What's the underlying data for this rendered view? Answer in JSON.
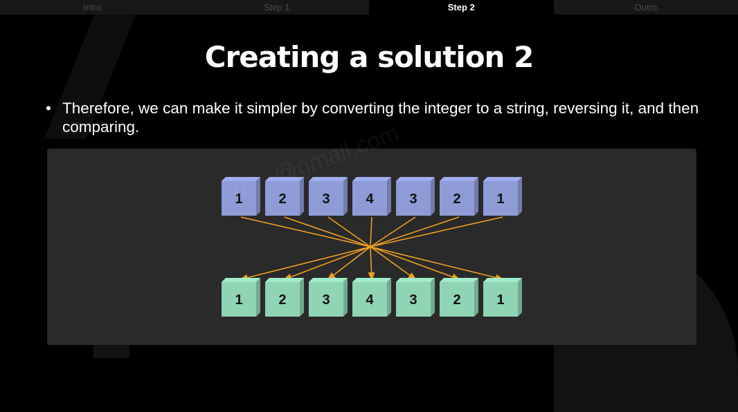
{
  "tabs": [
    {
      "label": "Intro",
      "active": false
    },
    {
      "label": "Step 1",
      "active": false
    },
    {
      "label": "Step 2",
      "active": true
    },
    {
      "label": "Outro",
      "active": false
    }
  ],
  "title": "Creating a solution 2",
  "bullet": {
    "marker": "•",
    "text": "Therefore, we can make it simpler by converting the integer to a string, reversing it, and then comparing."
  },
  "watermark": "re…@gmail.com",
  "diagram": {
    "top_row": [
      "1",
      "2",
      "3",
      "4",
      "3",
      "2",
      "1"
    ],
    "bottom_row": [
      "1",
      "2",
      "3",
      "4",
      "3",
      "2",
      "1"
    ],
    "colors": {
      "top_cube": "#8f9bd6",
      "bottom_cube": "#8fd4b4",
      "arrow": "#f0a020",
      "panel": "#2a2a2a"
    }
  }
}
